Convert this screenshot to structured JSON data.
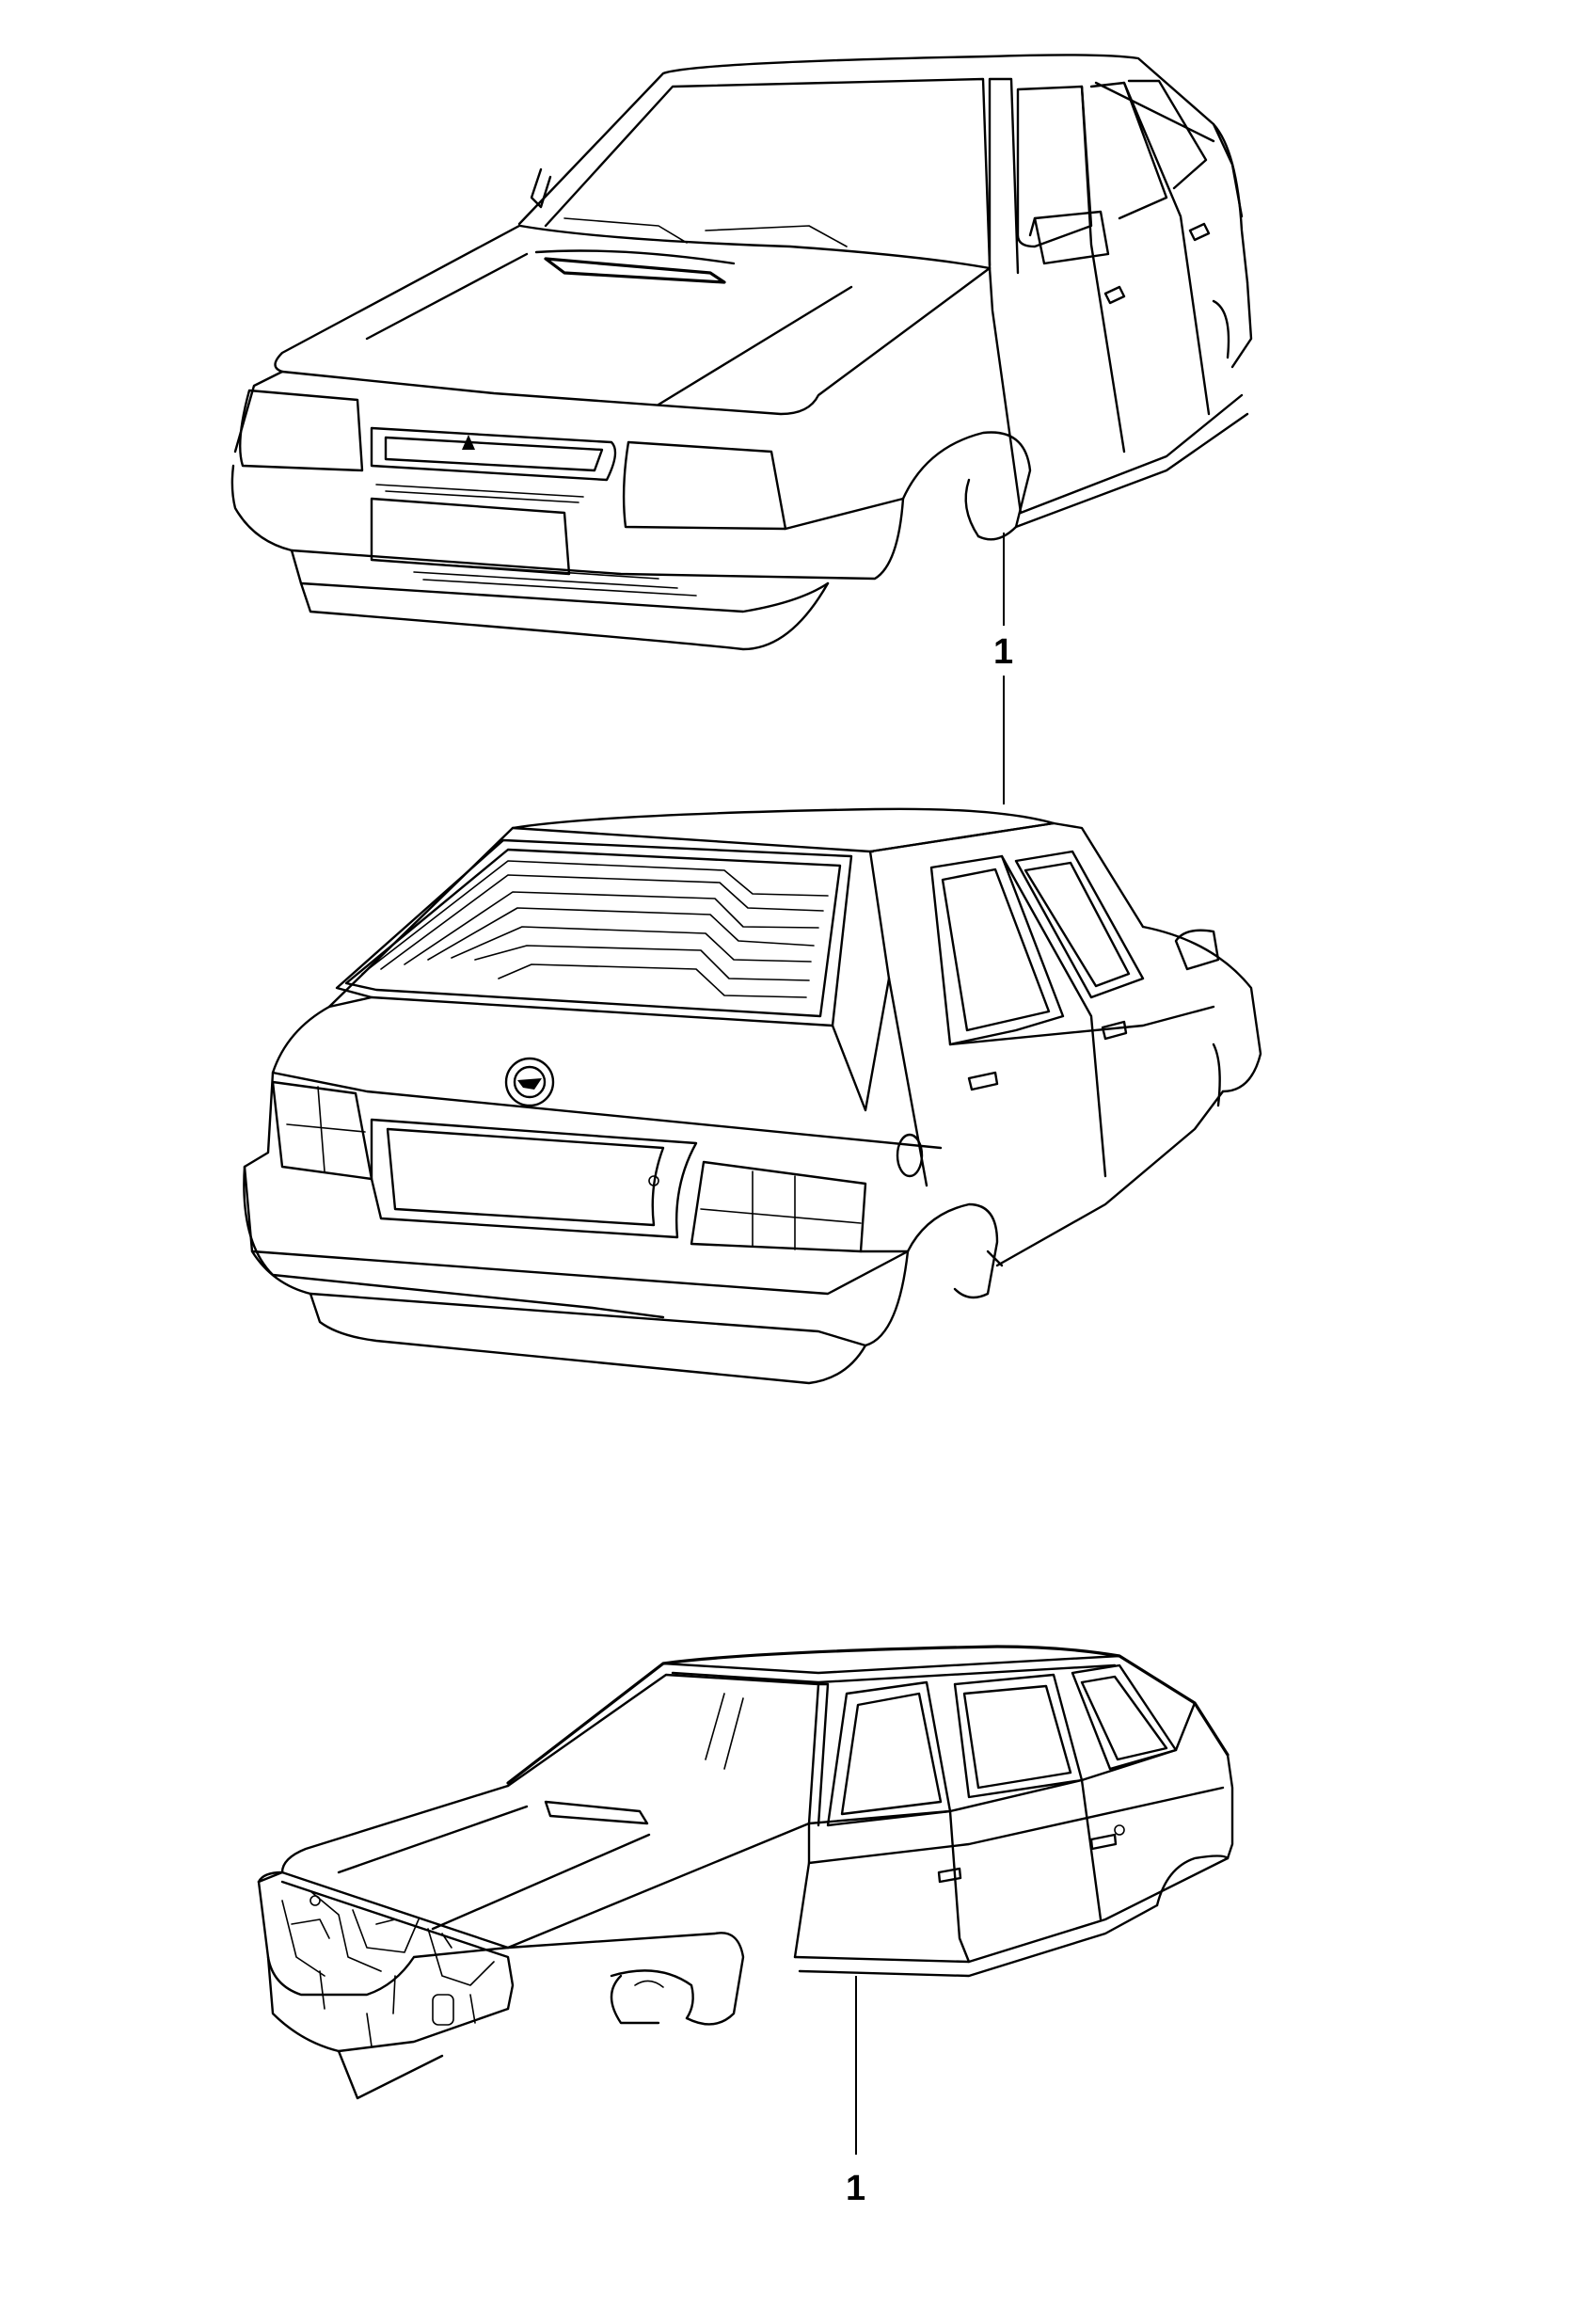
{
  "callouts": {
    "top": "1",
    "bottom": "1"
  },
  "colors": {
    "ink": "#000000",
    "paper": "#ffffff"
  },
  "figures": [
    {
      "name": "hatchback-front-view"
    },
    {
      "name": "hatchback-rear-view"
    },
    {
      "name": "estate-body-shell"
    }
  ]
}
